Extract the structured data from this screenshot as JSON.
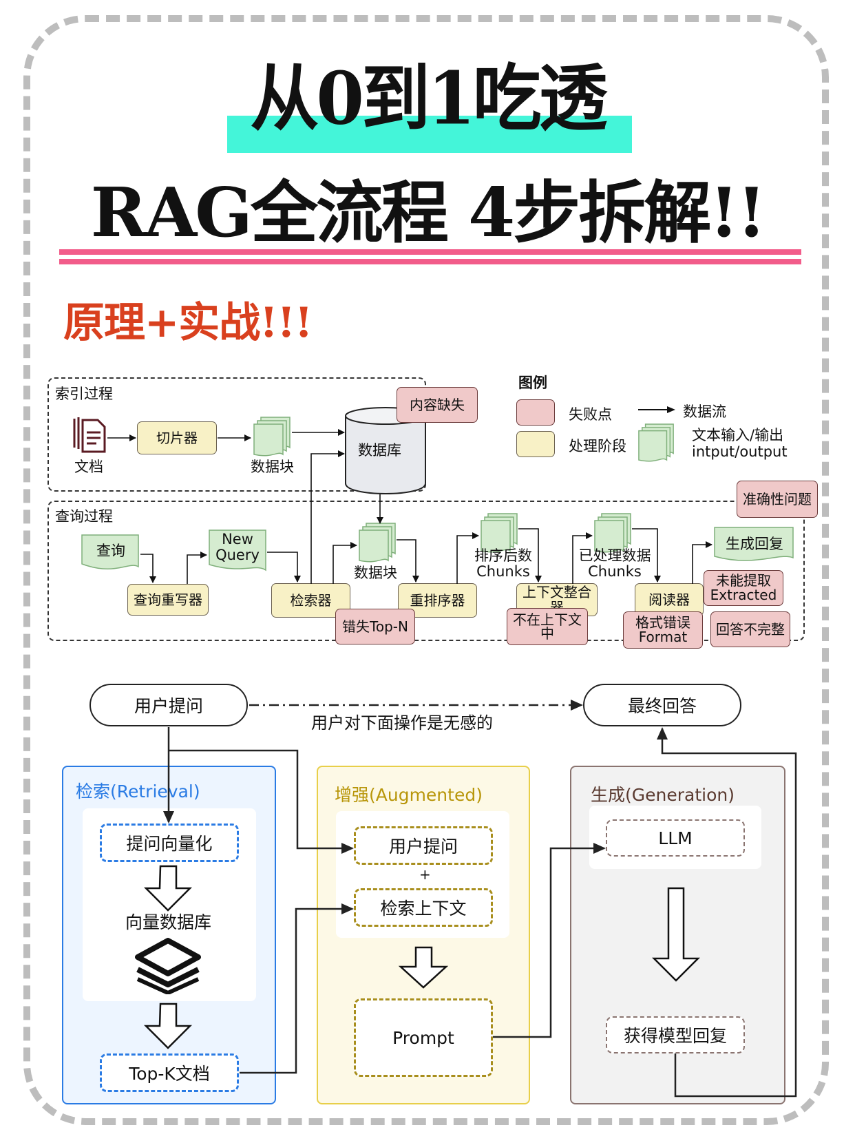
{
  "header": {
    "title_line1": "从0到1吃透",
    "title_line2": "RAG全流程 4步拆解!!",
    "subtitle": "原理+实战!!!",
    "highlight_color": "#44f5d9",
    "underline_color": "#f25c8a",
    "subtitle_color": "#d9401e"
  },
  "failure_diagram": {
    "indexing_section": {
      "label": "索引过程",
      "document_label": "文档",
      "chunker_label": "切片器",
      "chunks_label": "数据块",
      "database_label": "数据库",
      "failure_missing_content": "内容缺失"
    },
    "legend": {
      "title": "图例",
      "failure_point": "失败点",
      "processing_stage": "处理阶段",
      "data_flow": "数据流",
      "text_io_line1": "文本输入/输出",
      "text_io_line2": "intput/output"
    },
    "query_section": {
      "label": "查询过程",
      "query_label": "查询",
      "rewriter_label": "查询重写器",
      "new_query_line1": "New",
      "new_query_line2": "Query",
      "retriever_label": "检索器",
      "chunks_label": "数据块",
      "reranker_label": "重排序器",
      "sorted_chunks_line1": "排序后数",
      "sorted_chunks_line2": "Chunks",
      "consolidator_label": "上下文整合器",
      "processed_chunks_line1": "已处理数据",
      "processed_chunks_line2": "Chunks",
      "reader_label": "阅读器",
      "response_label": "生成回复",
      "failure_accuracy": "准确性问题",
      "failure_missed_topn": "错失Top-N",
      "failure_not_in_context_line1": "不在上下文",
      "failure_not_in_context_line2": "中",
      "failure_format_line1": "格式错误",
      "failure_format_line2": "Format",
      "failure_not_extracted_line1": "未能提取",
      "failure_not_extracted_line2": "Extracted",
      "failure_incomplete": "回答不完整"
    }
  },
  "flow_diagram": {
    "user_question": "用户提问",
    "final_answer": "最终回答",
    "transparent_note": "用户对下面操作是无感的",
    "retrieval": {
      "title": "检索(Retrieval)",
      "vectorize": "提问向量化",
      "vector_db": "向量数据库",
      "topk": "Top-K文档",
      "color": "#2a7be4"
    },
    "augmented": {
      "title": "增强(Augmented)",
      "user_question": "用户提问",
      "plus": "+",
      "retrieved_context": "检索上下文",
      "prompt": "Prompt",
      "color": "#e8cf4a"
    },
    "generation": {
      "title": "生成(Generation)",
      "llm": "LLM",
      "model_reply": "获得模型回复",
      "color": "#8a7470"
    }
  }
}
